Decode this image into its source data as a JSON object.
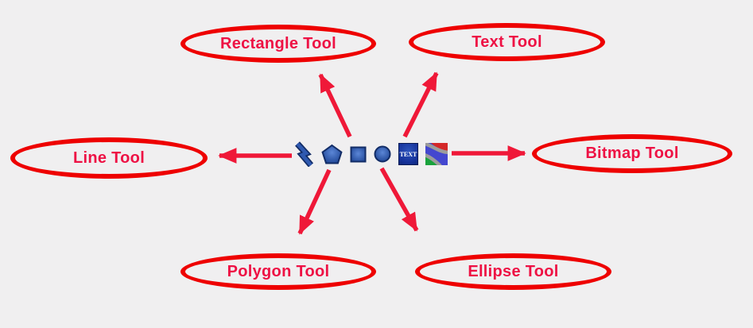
{
  "page": {
    "background": "#f0eff0"
  },
  "colors": {
    "ellipse_stroke": "#ee0000",
    "label_text": "#ee1144",
    "arrow": "#ef1838",
    "icon_blue_fill": "#2f59b0",
    "icon_blue_outline": "#122c66",
    "text_icon_bg": "#16329a",
    "bitmap_icon_blue": "#4447cf",
    "bitmap_icon_red": "#d42828",
    "bitmap_icon_green": "#1aa23c",
    "bitmap_icon_gray": "#9c9c9c"
  },
  "bubbles": [
    {
      "id": "rectangle-tool",
      "label": "Rectangle Tool"
    },
    {
      "id": "text-tool",
      "label": "Text Tool"
    },
    {
      "id": "line-tool",
      "label": "Line Tool"
    },
    {
      "id": "bitmap-tool",
      "label": "Bitmap Tool"
    },
    {
      "id": "polygon-tool",
      "label": "Polygon Tool"
    },
    {
      "id": "ellipse-tool",
      "label": "Ellipse Tool"
    }
  ],
  "toolbar": {
    "text_icon_label": "TEXT",
    "icons": [
      {
        "name": "line-tool-icon"
      },
      {
        "name": "polygon-tool-icon"
      },
      {
        "name": "rectangle-tool-icon"
      },
      {
        "name": "ellipse-tool-icon"
      },
      {
        "name": "text-tool-icon"
      },
      {
        "name": "bitmap-tool-icon"
      }
    ]
  }
}
